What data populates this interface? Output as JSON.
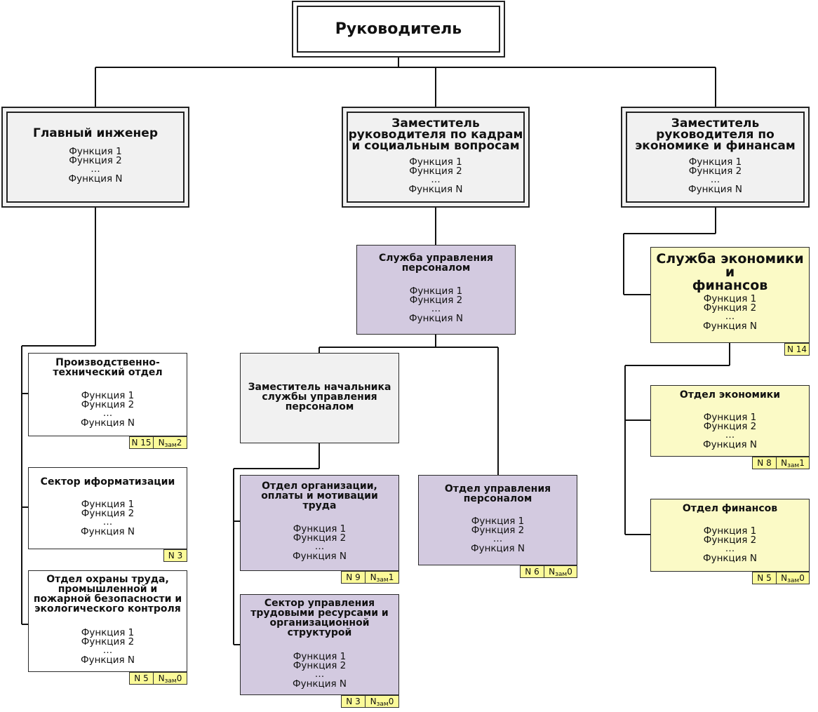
{
  "root": {
    "title": "Руководитель"
  },
  "chief_engineer": {
    "title": "Главный инженер",
    "functions": [
      "Функция 1",
      "Функция 2",
      "…",
      "Функция N"
    ]
  },
  "deputy_hr": {
    "title_lines": [
      "Заместитель",
      "руководителя по кадрам",
      "и социальным вопросам"
    ],
    "functions": [
      "Функция 1",
      "Функция 2",
      "…",
      "Функция N"
    ]
  },
  "deputy_econ": {
    "title_lines": [
      "Заместитель",
      "руководителя по",
      "экономике и финансам"
    ],
    "functions": [
      "Функция 1",
      "Функция 2",
      "…",
      "Функция N"
    ]
  },
  "hr_service": {
    "title_lines": [
      "Служба управления",
      "персоналом"
    ],
    "functions": [
      "Функция 1",
      "Функция 2",
      "…",
      "Функция N"
    ]
  },
  "econ_service": {
    "title_lines": [
      "Служба экономики и",
      "финансов"
    ],
    "functions": [
      "Функция 1",
      "Функция 2",
      "…",
      "Функция N"
    ],
    "badge": "N 14"
  },
  "prod_tech": {
    "title_lines": [
      "Производственно-",
      "технический отдел"
    ],
    "functions": [
      "Функция 1",
      "Функция 2",
      "…",
      "Функция N"
    ],
    "badge_n": "N 15",
    "badge_nzam_label": "N",
    "badge_nzam_sub": "зам",
    "badge_nzam_val": "2"
  },
  "it_sector": {
    "title": "Сектор иформатизации",
    "functions": [
      "Функция 1",
      "Функция 2",
      "…",
      "Функция N"
    ],
    "badge_n": "N 3"
  },
  "safety_dept": {
    "title_lines": [
      "Отдел охраны труда,",
      "промышленной и",
      "пожарной безопасности и",
      "экологического контроля"
    ],
    "functions": [
      "Функция 1",
      "Функция 2",
      "…",
      "Функция N"
    ],
    "badge_n": "N 5",
    "badge_nzam_label": "N",
    "badge_nzam_sub": "зам",
    "badge_nzam_val": "0"
  },
  "deputy_hr_head": {
    "title_lines": [
      "Заместитель начальника",
      "службы управления",
      "персоналом"
    ]
  },
  "labor_org": {
    "title_lines": [
      "Отдел организации,",
      "оплаты и мотивации",
      "труда"
    ],
    "functions": [
      "Функция 1",
      "Функция 2",
      "…",
      "Функция N"
    ],
    "badge_n": "N 9",
    "badge_nzam_label": "N",
    "badge_nzam_sub": "зам",
    "badge_nzam_val": "1"
  },
  "labor_res": {
    "title_lines": [
      "Сектор управления",
      "трудовыми ресурсами и",
      "организационной",
      "структурой"
    ],
    "functions": [
      "Функция 1",
      "Функция 2",
      "…",
      "Функция N"
    ],
    "badge_n": "N 3",
    "badge_nzam_label": "N",
    "badge_nzam_sub": "зам",
    "badge_nzam_val": "0"
  },
  "hr_dept": {
    "title_lines": [
      "Отдел управления",
      "персоналом"
    ],
    "functions": [
      "Функция 1",
      "Функция 2",
      "…",
      "Функция N"
    ],
    "badge_n": "N 6",
    "badge_nzam_label": "N",
    "badge_nzam_sub": "зам",
    "badge_nzam_val": "0"
  },
  "econ_dept": {
    "title": "Отдел экономики",
    "functions": [
      "Функция 1",
      "Функция 2",
      "…",
      "Функция N"
    ],
    "badge_n": "N 8",
    "badge_nzam_label": "N",
    "badge_nzam_sub": "зам",
    "badge_nzam_val": "1"
  },
  "fin_dept": {
    "title": "Отдел финансов",
    "functions": [
      "Функция 1",
      "Функция 2",
      "…",
      "Функция N"
    ],
    "badge_n": "N 5",
    "badge_nzam_label": "N",
    "badge_nzam_sub": "зам",
    "badge_nzam_val": "0"
  },
  "colors": {
    "gray_box": "#f1f1f1",
    "purple_box": "#d3cae0",
    "yellow_box": "#fbfac6",
    "badge": "#fbfa99"
  }
}
